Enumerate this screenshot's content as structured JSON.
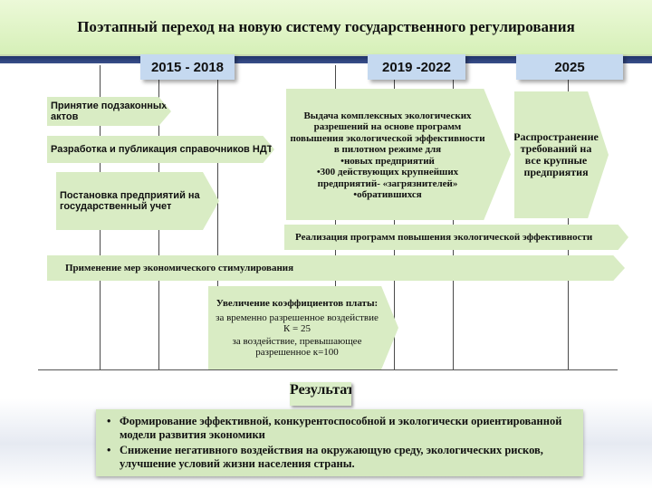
{
  "title": "Поэтапный переход на новую систему государственного регулирования",
  "periods": [
    "2015 - 2018",
    "2019 -2022",
    "2025"
  ],
  "arrows": {
    "by_laws": "Принятие подзаконных актов",
    "ndt": "Разработка и публикация справочников НДТ",
    "registration": "Постановка предприятий на государственный учет",
    "integrated_permits": {
      "heading": "Выдача комплексных экологических разрешений на основе программ повышения экологической эффективности в пилотном режиме для",
      "bullets": [
        "новых предприятий",
        "300 действующих крупнейших предприятий- «загрязнителей»",
        "обратившихся"
      ]
    },
    "extend": "Распространение требований на все крупные предприятия",
    "efficiency_programs": "Реализация программ повышения экологической эффективности",
    "economic_incentives": "Применение мер экономического стимулирования",
    "coefficients": {
      "heading": "Увеличение коэффициентов платы:",
      "line1": "за временно разрешенное воздействие К = 25",
      "line2": "за воздействие, превышающее разрешенное к=100"
    }
  },
  "results": {
    "label": "Результат",
    "items": [
      "Формирование эффективной, конкурентоспособной и экологически ориентированной модели развития экономики",
      "Снижение негативного воздействия на окружающую среду, экологических рисков, улучшение условий жизни населения страны."
    ]
  },
  "colors": {
    "arrow_fill": "#d9ecc4",
    "year_box": "#c5d9f0",
    "band": "#20346b",
    "result_box": "#d4e8bf"
  }
}
